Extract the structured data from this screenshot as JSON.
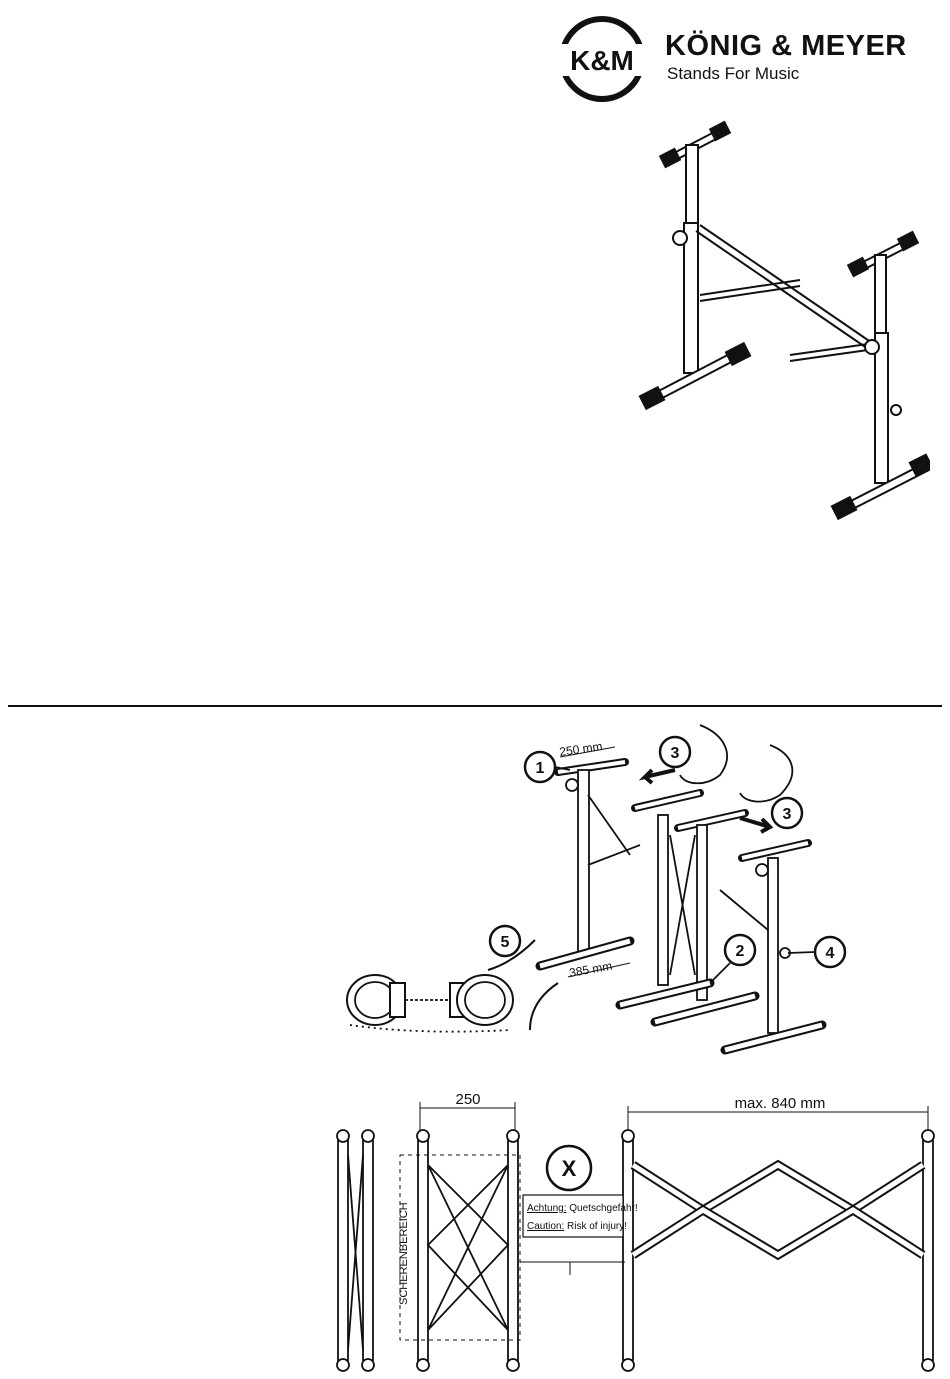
{
  "brand": {
    "logo_mark": "K&M",
    "name": "KÖNIG & MEYER",
    "slogan": "Stands For Music"
  },
  "assembly": {
    "callouts": [
      "1",
      "2",
      "3",
      "3",
      "4",
      "5"
    ],
    "dimensions": {
      "top_width": "250 mm",
      "base_width": "385 mm"
    }
  },
  "scissor_diagram": {
    "width_closed": "250",
    "width_max": "max. 840 mm",
    "zone_label": "SCHERENBEREICH",
    "detail_callout": "X",
    "warning": {
      "de_prefix": "Achtung:",
      "de_text": " Quetschgefahr!",
      "en_prefix": "Caution:",
      "en_text": " Risk of injury!"
    }
  }
}
